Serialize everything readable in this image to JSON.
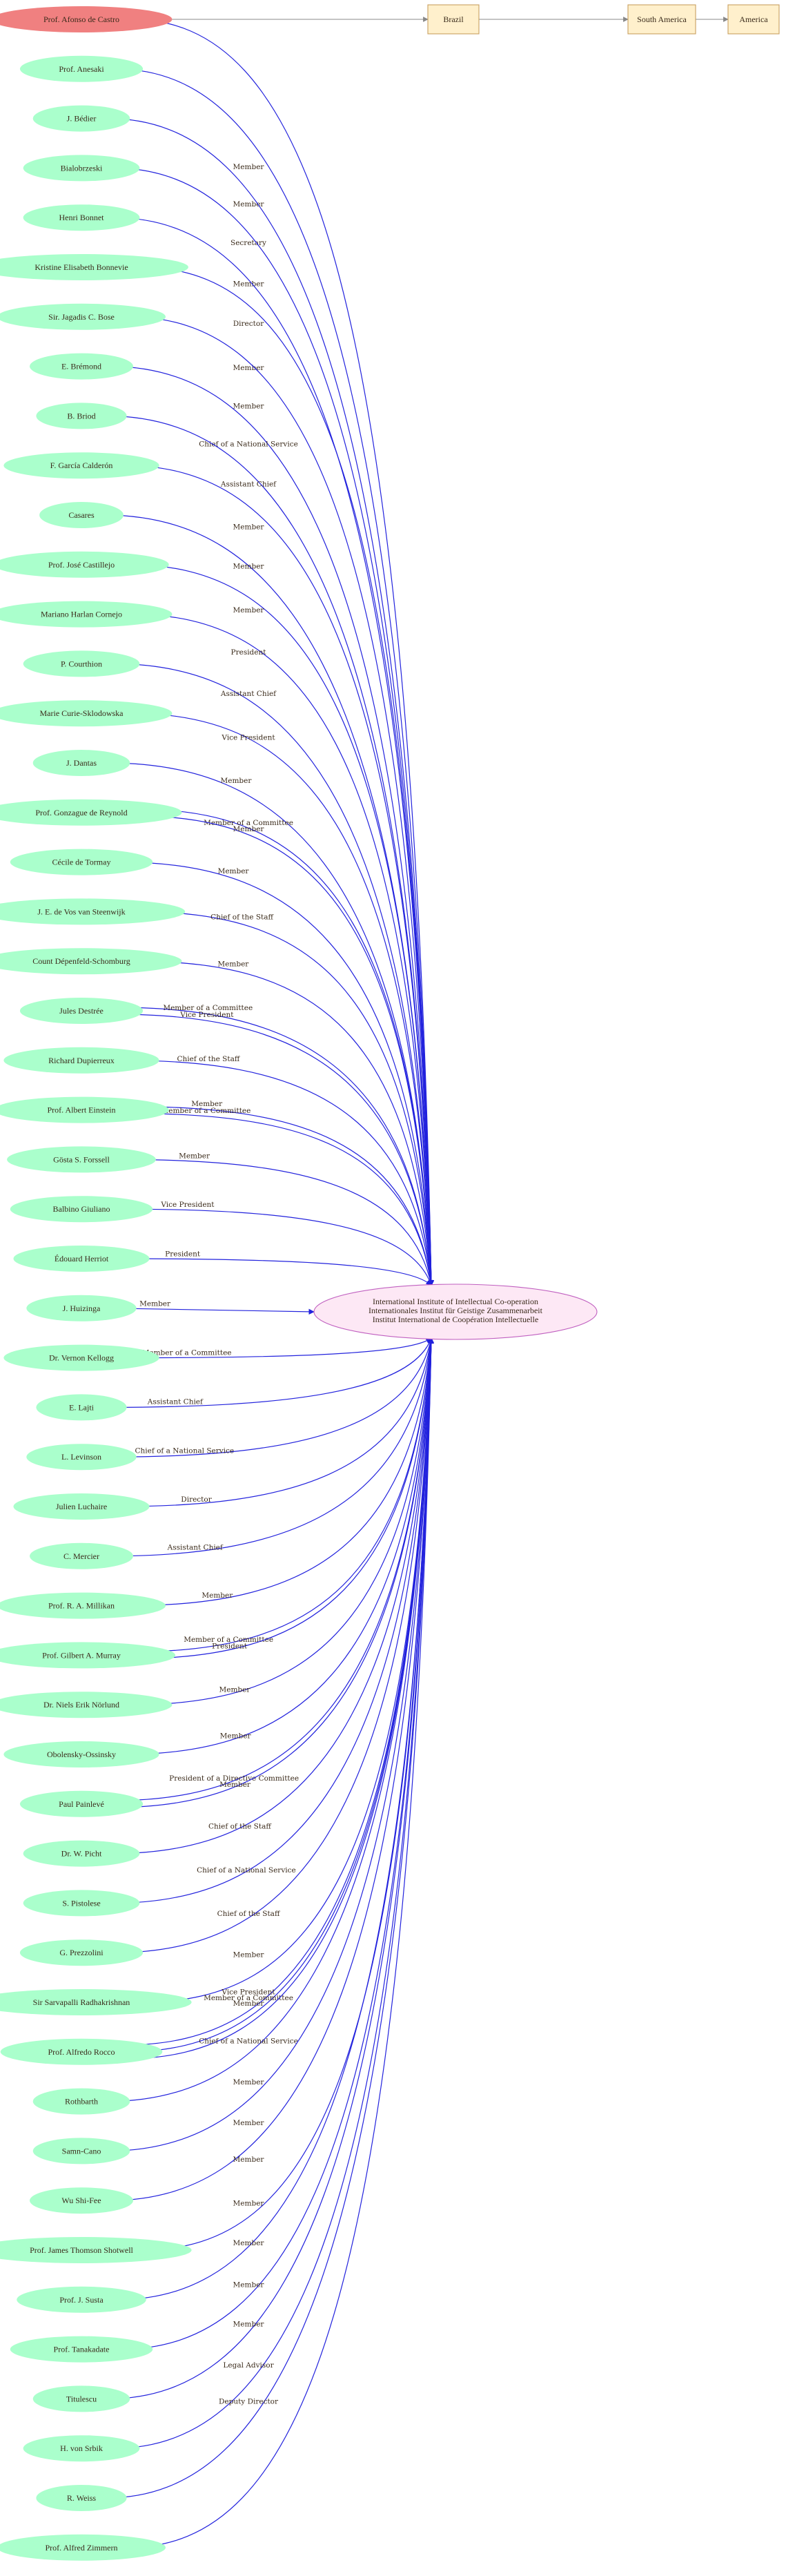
{
  "graph": {
    "hub": {
      "lines": [
        "International Institute of Intellectual Co-operation",
        "Internationales Institut für Geistige Zusammenarbeit",
        "Institut International de Coopération Intellectuelle"
      ]
    },
    "root": {
      "label": "Prof. Afonso de Castro",
      "relation": "Member"
    },
    "chain": [
      "Brazil",
      "South America",
      "America"
    ],
    "people": [
      {
        "name": "Prof. Anesaki",
        "relations": [
          "Member"
        ]
      },
      {
        "name": "J. Bédier",
        "relations": [
          "Secretary"
        ]
      },
      {
        "name": "Bialobrzeski",
        "relations": [
          "Member"
        ]
      },
      {
        "name": "Henri Bonnet",
        "relations": [
          "Director"
        ]
      },
      {
        "name": "Kristine Elisabeth Bonnevie",
        "relations": [
          "Member"
        ]
      },
      {
        "name": "Sir. Jagadis C. Bose",
        "relations": [
          "Member"
        ]
      },
      {
        "name": "E. Brémond",
        "relations": [
          "Chief of a National Service"
        ]
      },
      {
        "name": "B. Briod",
        "relations": [
          "Assistant Chief"
        ]
      },
      {
        "name": "F. García Calderón",
        "relations": [
          "Member"
        ]
      },
      {
        "name": "Casares",
        "relations": [
          "Member"
        ]
      },
      {
        "name": "Prof. José Castillejo",
        "relations": [
          "Member"
        ]
      },
      {
        "name": "Mariano Harlan Cornejo",
        "relations": [
          "President"
        ]
      },
      {
        "name": "P. Courthion",
        "relations": [
          "Assistant Chief"
        ]
      },
      {
        "name": "Marie Curie-Sklodowska",
        "relations": [
          "Vice President"
        ]
      },
      {
        "name": "J. Dantas",
        "relations": [
          "Member"
        ]
      },
      {
        "name": "Prof. Gonzague de Reynold",
        "relations": [
          "Member of a Committee",
          "Member"
        ]
      },
      {
        "name": "Cécile de Tormay",
        "relations": [
          "Member"
        ]
      },
      {
        "name": "J. E. de Vos van Steenwijk",
        "relations": [
          "Chief of the Staff"
        ]
      },
      {
        "name": "Count Dépenfeld-Schomburg",
        "relations": [
          "Member"
        ]
      },
      {
        "name": "Jules Destrée",
        "relations": [
          "Member of a Committee",
          "Vice President"
        ]
      },
      {
        "name": "Richard Dupierreux",
        "relations": [
          "Chief of the Staff"
        ]
      },
      {
        "name": "Prof. Albert Einstein",
        "relations": [
          "Member",
          "Member of a Committee"
        ]
      },
      {
        "name": "Gösta S. Forssell",
        "relations": [
          "Member"
        ]
      },
      {
        "name": "Balbino Giuliano",
        "relations": [
          "Vice President"
        ]
      },
      {
        "name": "Édouard Herriot",
        "relations": [
          "President"
        ]
      },
      {
        "name": "J. Huizinga",
        "relations": [
          "Member"
        ]
      },
      {
        "name": "Dr. Vernon Kellogg",
        "relations": [
          "Member of a Committee"
        ]
      },
      {
        "name": "E. Lajti",
        "relations": [
          "Assistant Chief"
        ]
      },
      {
        "name": "L. Levinson",
        "relations": [
          "Chief of a National Service"
        ]
      },
      {
        "name": "Julien Luchaire",
        "relations": [
          "Director"
        ]
      },
      {
        "name": "C. Mercier",
        "relations": [
          "Assistant Chief"
        ]
      },
      {
        "name": "Prof. R. A. Millikan",
        "relations": [
          "Member"
        ]
      },
      {
        "name": "Prof. Gilbert A. Murray",
        "relations": [
          "Member of a Committee",
          "President"
        ]
      },
      {
        "name": "Dr. Niels Erik Nörlund",
        "relations": [
          "Member"
        ]
      },
      {
        "name": "Obolensky-Ossinsky",
        "relations": [
          "Member"
        ]
      },
      {
        "name": "Paul Painlevé",
        "relations": [
          "President of a Directive Committee",
          "Member"
        ]
      },
      {
        "name": "Dr. W. Picht",
        "relations": [
          "Chief of the Staff"
        ]
      },
      {
        "name": "S. Pistolese",
        "relations": [
          "Chief of a National Service"
        ]
      },
      {
        "name": "G. Prezzolini",
        "relations": [
          "Chief of the Staff"
        ]
      },
      {
        "name": "Sir Sarvapalli Radhakrishnan",
        "relations": [
          "Member"
        ]
      },
      {
        "name": "Prof. Alfredo Rocco",
        "relations": [
          "Vice President",
          "Member of a Committee",
          "Member"
        ]
      },
      {
        "name": "Rothbarth",
        "relations": [
          "Chief of a National Service"
        ]
      },
      {
        "name": "Samn-Cano",
        "relations": [
          "Member"
        ]
      },
      {
        "name": "Wu Shi-Fee",
        "relations": [
          "Member"
        ]
      },
      {
        "name": "Prof. James Thomson Shotwell",
        "relations": [
          "Member"
        ]
      },
      {
        "name": "Prof. J. Susta",
        "relations": [
          "Member"
        ]
      },
      {
        "name": "Prof. Tanakadate",
        "relations": [
          "Member"
        ]
      },
      {
        "name": "Titulescu",
        "relations": [
          "Member"
        ]
      },
      {
        "name": "H. von Srbik",
        "relations": [
          "Member"
        ]
      },
      {
        "name": "R. Weiss",
        "relations": [
          "Legal Advisor"
        ]
      },
      {
        "name": "Prof. Alfred Zimmern",
        "relations": [
          "Deputy Director"
        ]
      }
    ],
    "colors": {
      "person_fill": "#aaffcc",
      "root_fill": "#f08080",
      "hub_fill": "#fde8f5",
      "hub_stroke": "#c060c0",
      "place_fill": "#fff0cc",
      "place_stroke": "#c8a060",
      "edge": "#2222dd",
      "chain_edge": "#888888",
      "text": "#3a2a1a"
    }
  }
}
